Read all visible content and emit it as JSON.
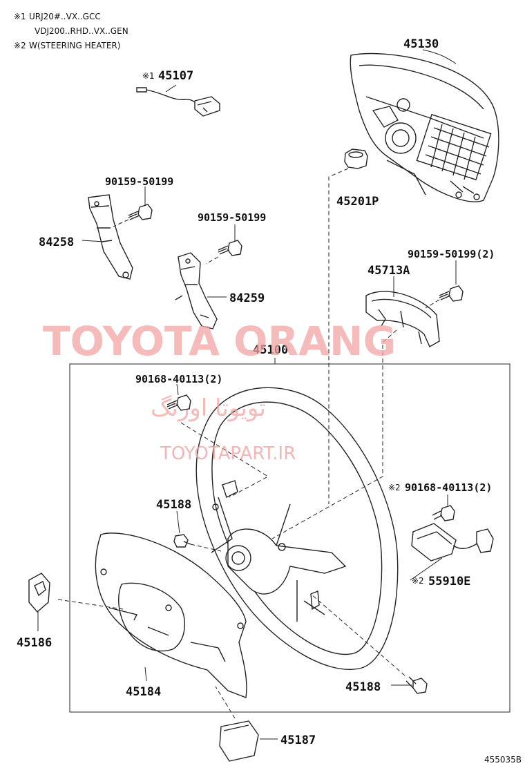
{
  "notes": {
    "note1_mark": "※1",
    "note1_line1": "URJ20#..VX..GCC",
    "note1_line2": "VDJ200..RHD..VX..GEN",
    "note2_mark": "※2",
    "note2_line1": "W(STEERING HEATER)"
  },
  "labels": {
    "p45130": "45130",
    "p45107_mark": "※1",
    "p45107": "45107",
    "p45201p": "45201P",
    "p90159_a": "90159-50199",
    "p84258": "84258",
    "p90159_b": "90159-50199",
    "p84259": "84259",
    "p90159_c": "90159-50199(2)",
    "p45713a": "45713A",
    "p45100": "45100",
    "p90168_a": "90168-40113(2)",
    "p45188_a": "45188",
    "p90168_b_mark": "※2",
    "p90168_b": "90168-40113(2)",
    "p55910e_mark": "※2",
    "p55910e": "55910E",
    "p45186": "45186",
    "p45184": "45184",
    "p45188_b": "45188",
    "p45187": "45187"
  },
  "watermarks": {
    "brand": "TOYOTA ORANG",
    "arabic": "تويوتا اورنگ",
    "url": "TOYOTAPART.IR"
  },
  "diagram_code": "455035B"
}
